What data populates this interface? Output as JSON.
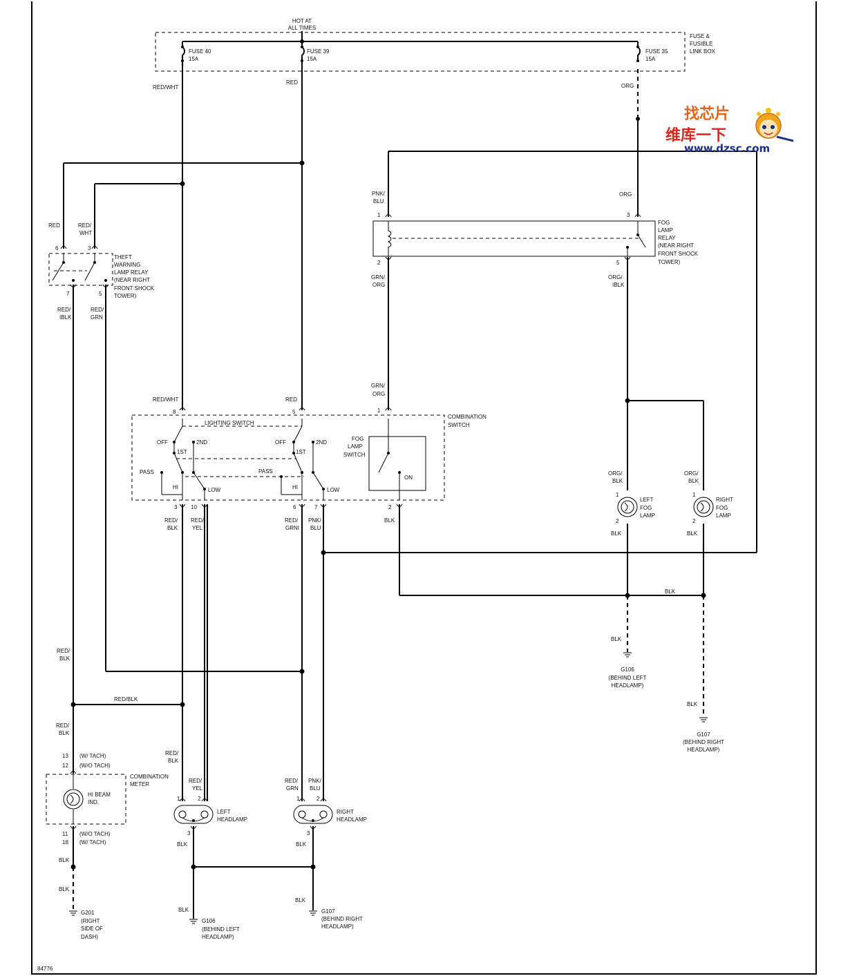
{
  "diagram_id": "84776",
  "watermark": {
    "line1": "找芯片",
    "line2": "维库一下",
    "url": "www.dzsc.com",
    "colors": {
      "orange": "#e8631a",
      "red": "#d9261c",
      "blue": "#1a2f8a"
    }
  },
  "power": {
    "hot_line1": "HOT AT",
    "hot_line2": "ALL TIMES",
    "box_line1": "FUSE &",
    "box_line2": "FUSIBLE",
    "box_line3": "LINK BOX",
    "fuse40": {
      "name": "FUSE 40",
      "rating": "15A"
    },
    "fuse39": {
      "name": "FUSE 39",
      "rating": "15A"
    },
    "fuse35": {
      "name": "FUSE 35",
      "rating": "15A"
    }
  },
  "wires": {
    "red_wht": "RED/WHT",
    "red": "RED",
    "org": "ORG",
    "red_blk_full": "RED/BLK",
    "blk": "BLK",
    "red_a": "RED/",
    "wht_b": "WHT",
    "blk_b": "BLK",
    "iblk_b": "IBLK",
    "grn_b": "GRN",
    "grni_b": "GRNI",
    "yel_b": "YEL",
    "org_b": "ORG",
    "blu_b": "BLU",
    "pnk_a": "PNK/",
    "grn_a": "GRN/",
    "org_a": "ORG/"
  },
  "pins": {
    "p1": "1",
    "p2": "2",
    "p3": "3",
    "p5": "5",
    "p6": "6",
    "p7": "7",
    "p8": "8",
    "p10": "10",
    "p11": "11",
    "p12": "12",
    "p13": "13",
    "p18": "18"
  },
  "theft_relay": {
    "l1": "THEFT",
    "l2": "WARNING",
    "l3": "LAMP RELAY",
    "l4": "(NEAR RIGHT",
    "l5": "FRONT SHOCK",
    "l6": "TOWER)"
  },
  "fog_relay": {
    "l1": "FOG",
    "l2": "LAMP",
    "l3": "RELAY",
    "l4": "(NEAR RIGHT",
    "l5": "FRONT SHOCK",
    "l6": "TOWER)"
  },
  "combination_switch": {
    "l1": "COMBINATION",
    "l2": "SWITCH",
    "lighting_switch": "LIGHTING SWITCH",
    "off": "OFF",
    "first": "1ST",
    "second": "2ND",
    "pass": "PASS",
    "hi": "HI",
    "low": "LOW",
    "fog1": "FOG",
    "fog2": "LAMP",
    "fog3": "SWITCH",
    "on": "ON"
  },
  "fog_lamps": {
    "left": [
      "LEFT",
      "FOG",
      "LAMP"
    ],
    "right": [
      "RIGHT",
      "FOG",
      "LAMP"
    ]
  },
  "headlamps": {
    "left": [
      "LEFT",
      "HEADLAMP"
    ],
    "right": [
      "RIGHT",
      "HEADLAMP"
    ]
  },
  "meter": {
    "l1": "COMBINATION",
    "l2": "METER",
    "ind1": "HI BEAM",
    "ind2": "IND.",
    "w_tach": "(W/ TACH)",
    "wo_tach": "(W/O TACH)",
    "wo_tach2": "(W/O TACH)",
    "w_tach2": "(W/ TACH)"
  },
  "grounds": {
    "g106": "G106",
    "g106_l1": "(BEHIND LEFT",
    "g106_l2": "HEADLAMP)",
    "g107": "G107",
    "g107_l1": "(BEHIND RIGHT",
    "g107_l2": "HEADLAMP)",
    "g201": "G201",
    "g201_l1": "(RIGHT",
    "g201_l2": "SIDE OF",
    "g201_l3": "DASH)"
  }
}
